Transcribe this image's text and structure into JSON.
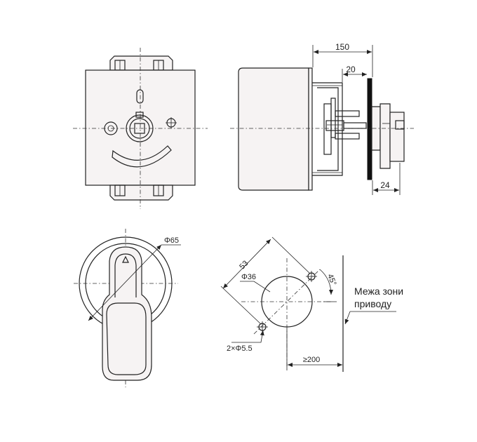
{
  "views": {
    "front": {
      "title": ""
    },
    "side": {
      "dim_total": "150",
      "dim_shaft": "20",
      "dim_panel_extension": "24"
    },
    "handle": {
      "dim_diameter": "Φ65"
    },
    "panel_cutout": {
      "dim_hole_spacing": "53",
      "dim_center_hole": "Φ36",
      "dim_angle": "45°",
      "dim_mount_holes": "2×Φ5.5",
      "dim_clearance": "≥200"
    },
    "drive_zone": {
      "label_line1": "Межа зони",
      "label_line2": "приводу"
    }
  }
}
